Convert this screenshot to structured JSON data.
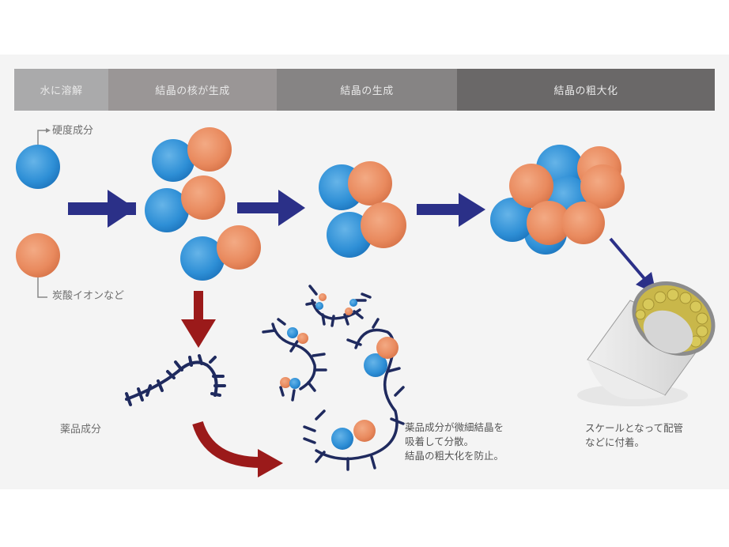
{
  "header": {
    "stages": [
      {
        "label": "水に溶解",
        "color": "#aaaaab"
      },
      {
        "label": "結晶の核が生成",
        "color": "#9a9696"
      },
      {
        "label": "結晶の生成",
        "color": "#868484"
      },
      {
        "label": "結晶の粗大化",
        "color": "#6a6868"
      }
    ]
  },
  "labels": {
    "hardness_component": "硬度成分",
    "carbonate_ions": "炭酸イオンなど",
    "chemical_component": "薬品成分"
  },
  "notes": {
    "dispersion": [
      "薬品成分が微細結晶を",
      "吸着して分散。",
      "結晶の粗大化を防止。"
    ],
    "scale": [
      "スケールとなって配管",
      "などに付着。"
    ]
  },
  "colors": {
    "hardness_blue": "#2e8fd6",
    "carbonate_orange": "#e98a5e",
    "process_arrow": "#2b3088",
    "inhibitor_arrow": "#9b1a1a",
    "polymer": "#1f2a5e",
    "scale_deposit": "#c9b74a"
  }
}
